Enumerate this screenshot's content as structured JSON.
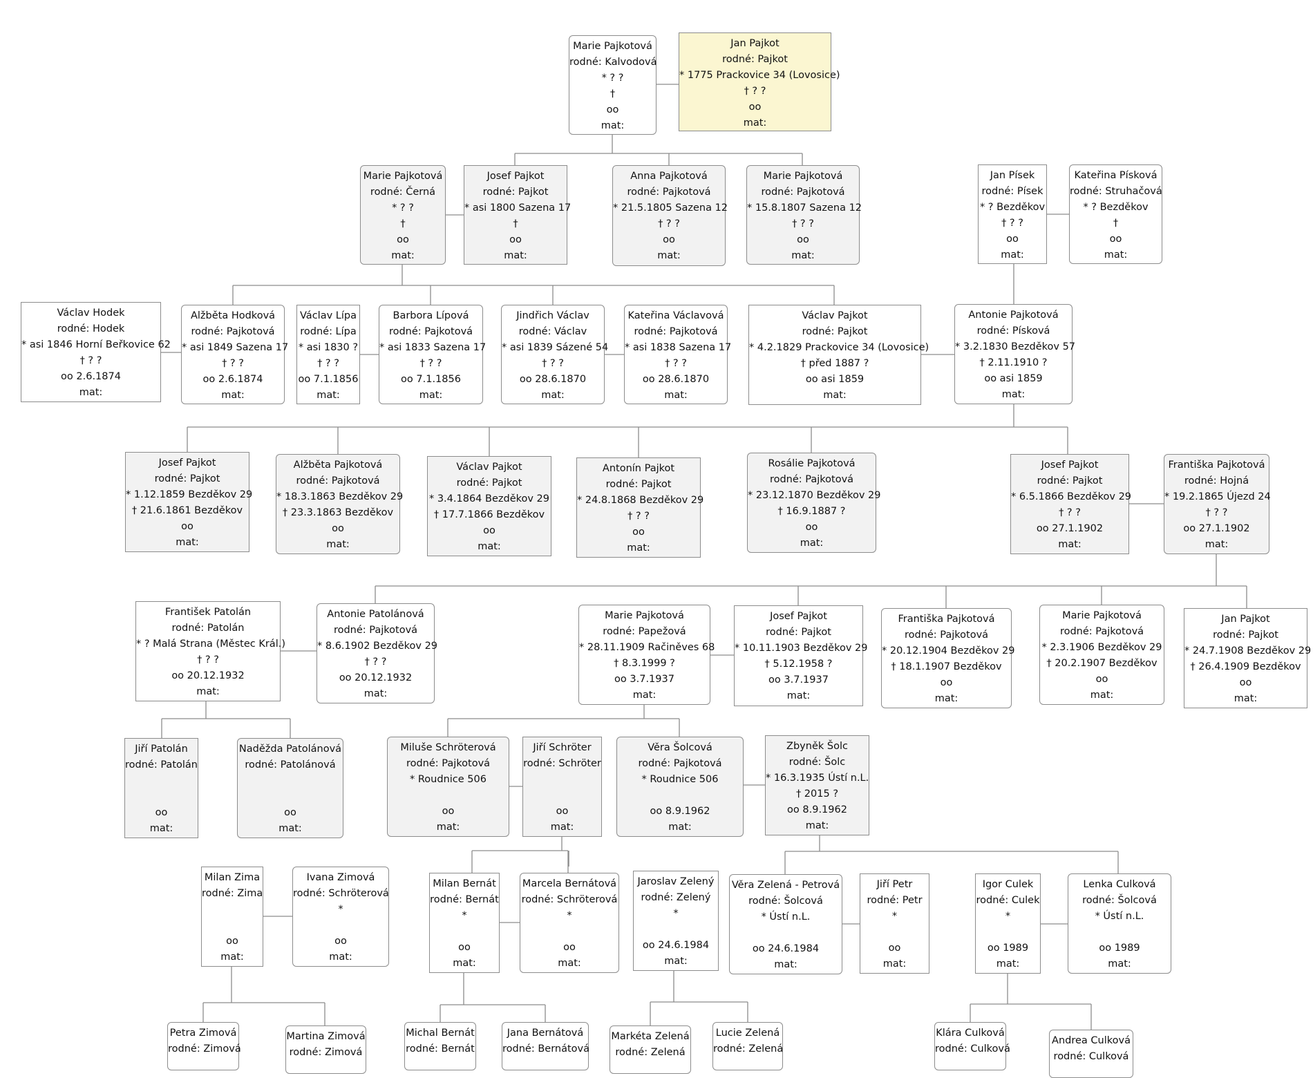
{
  "persons": [
    {
      "id": "p1",
      "lines": [
        "Marie Pajkotová",
        "rodné: Kalvodová",
        "* ? ?",
        "†",
        "oo",
        "mat:"
      ]
    },
    {
      "id": "p2",
      "lines": [
        "Jan Pajkot",
        "rodné: Pajkot",
        "* 1775 Prackovice 34 (Lovosice)",
        "† ? ?",
        "oo",
        "mat:"
      ]
    },
    {
      "id": "p3",
      "lines": [
        "Marie Pajkotová",
        "rodné: Černá",
        "* ? ?",
        "†",
        "oo",
        "mat:"
      ]
    },
    {
      "id": "p4",
      "lines": [
        "Josef Pajkot",
        "rodné: Pajkot",
        "* asi 1800 Sazena 17",
        "†",
        "oo",
        "mat:"
      ]
    },
    {
      "id": "p5",
      "lines": [
        "Anna Pajkotová",
        "rodné: Pajkotová",
        "* 21.5.1805 Sazena 12",
        "† ? ?",
        "oo",
        "mat:"
      ]
    },
    {
      "id": "p6",
      "lines": [
        "Marie Pajkotová",
        "rodné: Pajkotová",
        "* 15.8.1807 Sazena 12",
        "† ? ?",
        "oo",
        "mat:"
      ]
    },
    {
      "id": "p7",
      "lines": [
        "Jan Písek",
        "rodné: Písek",
        "* ? Bezděkov",
        "† ? ?",
        "oo",
        "mat:"
      ]
    },
    {
      "id": "p8",
      "lines": [
        "Kateřina Písková",
        "rodné: Struhačová",
        "* ? Bezděkov",
        "†",
        "oo",
        "mat:"
      ]
    },
    {
      "id": "p9",
      "lines": [
        "Václav Hodek",
        "rodné: Hodek",
        "* asi 1846 Horní Beřkovice 62",
        "† ? ?",
        "oo 2.6.1874",
        "mat:"
      ]
    },
    {
      "id": "p10",
      "lines": [
        "Alžběta Hodková",
        "rodné: Pajkotová",
        "* asi 1849 Sazena 17",
        "† ? ?",
        "oo 2.6.1874",
        "mat:"
      ]
    },
    {
      "id": "p11",
      "lines": [
        "Václav Lípa",
        "rodné: Lípa",
        "* asi 1830 ?",
        "† ? ?",
        "oo 7.1.1856",
        "mat:"
      ]
    },
    {
      "id": "p12",
      "lines": [
        "Barbora Lípová",
        "rodné: Pajkotová",
        "* asi 1833 Sazena 17",
        "† ? ?",
        "oo 7.1.1856",
        "mat:"
      ]
    },
    {
      "id": "p13",
      "lines": [
        "Jindřich Václav",
        "rodné: Václav",
        "* asi 1839 Sázené 54",
        "† ? ?",
        "oo 28.6.1870",
        "mat:"
      ]
    },
    {
      "id": "p14",
      "lines": [
        "Kateřina Václavová",
        "rodné: Pajkotová",
        "* asi 1838 Sazena 17",
        "† ? ?",
        "oo 28.6.1870",
        "mat:"
      ]
    },
    {
      "id": "p15",
      "lines": [
        "Václav Pajkot",
        "rodné: Pajkot",
        "* 4.2.1829 Prackovice 34 (Lovosice)",
        "† před 1887 ?",
        "oo asi 1859",
        "mat:"
      ]
    },
    {
      "id": "p16",
      "lines": [
        "Antonie Pajkotová",
        "rodné: Písková",
        "* 3.2.1830 Bezděkov 57",
        "† 2.11.1910 ?",
        "oo asi 1859",
        "mat:"
      ]
    },
    {
      "id": "p17",
      "lines": [
        "Josef Pajkot",
        "rodné: Pajkot",
        "* 1.12.1859 Bezděkov 29",
        "† 21.6.1861 Bezděkov",
        "oo",
        "mat:"
      ]
    },
    {
      "id": "p18",
      "lines": [
        "Alžběta Pajkotová",
        "rodné: Pajkotová",
        "* 18.3.1863 Bezděkov 29",
        "† 23.3.1863 Bezděkov",
        "oo",
        "mat:"
      ]
    },
    {
      "id": "p19",
      "lines": [
        "Václav Pajkot",
        "rodné: Pajkot",
        "* 3.4.1864 Bezděkov 29",
        "† 17.7.1866 Bezděkov",
        "oo",
        "mat:"
      ]
    },
    {
      "id": "p20",
      "lines": [
        "Antonín Pajkot",
        "rodné: Pajkot",
        "* 24.8.1868 Bezděkov 29",
        "† ? ?",
        "oo",
        "mat:"
      ]
    },
    {
      "id": "p21",
      "lines": [
        "Rosálie Pajkotová",
        "rodné: Pajkotová",
        "* 23.12.1870 Bezděkov 29",
        "† 16.9.1887 ?",
        "oo",
        "mat:"
      ]
    },
    {
      "id": "p22",
      "lines": [
        "Josef Pajkot",
        "rodné: Pajkot",
        "* 6.5.1866 Bezděkov 29",
        "† ? ?",
        "oo 27.1.1902",
        "mat:"
      ]
    },
    {
      "id": "p23",
      "lines": [
        "Františka Pajkotová",
        "rodné: Hojná",
        "* 19.2.1865 Újezd 24",
        "† ? ?",
        "oo 27.1.1902",
        "mat:"
      ]
    },
    {
      "id": "p24",
      "lines": [
        "František Patolán",
        "rodné: Patolán",
        "* ? Malá Strana (Městec Král.)",
        "† ? ?",
        "oo 20.12.1932",
        "mat:"
      ]
    },
    {
      "id": "p25",
      "lines": [
        "Antonie Patolánová",
        "rodné: Pajkotová",
        "* 8.6.1902 Bezděkov 29",
        "† ? ?",
        "oo 20.12.1932",
        "mat:"
      ]
    },
    {
      "id": "p26",
      "lines": [
        "Marie Pajkotová",
        "rodné: Papežová",
        "* 28.11.1909 Račiněves 68",
        "† 8.3.1999 ?",
        "oo 3.7.1937",
        "mat:"
      ]
    },
    {
      "id": "p27",
      "lines": [
        "Josef Pajkot",
        "rodné: Pajkot",
        "* 10.11.1903 Bezděkov 29",
        "† 5.12.1958 ?",
        "oo 3.7.1937",
        "mat:"
      ]
    },
    {
      "id": "p28",
      "lines": [
        "Františka Pajkotová",
        "rodné: Pajkotová",
        "* 20.12.1904 Bezděkov 29",
        "† 18.1.1907 Bezděkov",
        "oo",
        "mat:"
      ]
    },
    {
      "id": "p29",
      "lines": [
        "Marie Pajkotová",
        "rodné: Pajkotová",
        "* 2.3.1906 Bezděkov 29",
        "† 20.2.1907 Bezděkov",
        "oo",
        "mat:"
      ]
    },
    {
      "id": "p30",
      "lines": [
        "Jan Pajkot",
        "rodné: Pajkot",
        "* 24.7.1908 Bezděkov 29",
        "† 26.4.1909 Bezděkov",
        "oo",
        "mat:"
      ]
    },
    {
      "id": "p31",
      "lines": [
        "Jiří Patolán",
        "rodné: Patolán",
        "",
        "",
        "oo",
        "mat:"
      ]
    },
    {
      "id": "p32",
      "lines": [
        "Naděžda Patolánová",
        "rodné: Patolánová",
        "",
        "",
        "oo",
        "mat:"
      ]
    },
    {
      "id": "p33",
      "lines": [
        "Miluše Schröterová",
        "rodné: Pajkotová",
        "*                  Roudnice 506",
        "",
        "oo",
        "mat:"
      ]
    },
    {
      "id": "p34",
      "lines": [
        "Jiří Schröter",
        "rodné: Schröter",
        "",
        "",
        "oo",
        "mat:"
      ]
    },
    {
      "id": "p35",
      "lines": [
        "Věra Šolcová",
        "rodné: Pajkotová",
        "*                 Roudnice 506",
        "",
        "oo 8.9.1962",
        "mat:"
      ]
    },
    {
      "id": "p36",
      "lines": [
        "Zbyněk Šolc",
        "rodné: Šolc",
        "* 16.3.1935 Ústí n.L.",
        "† 2015 ?",
        "oo 8.9.1962",
        "mat:"
      ]
    },
    {
      "id": "p37",
      "lines": [
        "Milan Zima",
        "rodné: Zima",
        "",
        "",
        "oo",
        "mat:"
      ]
    },
    {
      "id": "p38",
      "lines": [
        "Ivana Zimová",
        "rodné: Schröterová",
        "*",
        "",
        "oo",
        "mat:"
      ]
    },
    {
      "id": "p39",
      "lines": [
        "Milan Bernát",
        "rodné: Bernát",
        "*",
        "",
        "oo",
        "mat:"
      ]
    },
    {
      "id": "p40",
      "lines": [
        "Marcela Bernátová",
        "rodné: Schröterová",
        "*",
        "",
        "oo",
        "mat:"
      ]
    },
    {
      "id": "p41",
      "lines": [
        "Jaroslav Zelený",
        "rodné: Zelený",
        "*",
        "",
        "oo 24.6.1984",
        "mat:"
      ]
    },
    {
      "id": "p42",
      "lines": [
        "Věra Zelená - Petrová",
        "rodné: Šolcová",
        "*              Ústí n.L.",
        "",
        "oo 24.6.1984",
        "mat:"
      ]
    },
    {
      "id": "p43",
      "lines": [
        "Jiří Petr",
        "rodné: Petr",
        "*",
        "",
        "oo",
        "mat:"
      ]
    },
    {
      "id": "p44",
      "lines": [
        "Igor Culek",
        "rodné: Culek",
        "*",
        "",
        "oo 1989",
        "mat:"
      ]
    },
    {
      "id": "p45",
      "lines": [
        "Lenka Culková",
        "rodné: Šolcová",
        "*              Ústí n.L.",
        "",
        "oo 1989",
        "mat:"
      ]
    },
    {
      "id": "p46",
      "lines": [
        "Petra Zimová",
        "rodné: Zimová"
      ]
    },
    {
      "id": "p47",
      "lines": [
        "Martina Zimová",
        "rodné: Zimová"
      ]
    },
    {
      "id": "p48",
      "lines": [
        "Michal Bernát",
        "rodné: Bernát"
      ]
    },
    {
      "id": "p49",
      "lines": [
        "Jana Bernátová",
        "rodné: Bernátová"
      ]
    },
    {
      "id": "p50",
      "lines": [
        "Markéta Zelená",
        "rodné: Zelená"
      ]
    },
    {
      "id": "p51",
      "lines": [
        "Lucie Zelená",
        "rodné: Zelená"
      ]
    },
    {
      "id": "p52",
      "lines": [
        "Klára Culková",
        "rodné: Culková"
      ]
    },
    {
      "id": "p53",
      "lines": [
        "Andrea Culková",
        "rodné: Culková"
      ]
    }
  ],
  "colors": {
    "box_fill": "#f2f2f2",
    "box_white": "#ffffff",
    "box_highlight": "#fbf6d1",
    "border": "#8c8c8c",
    "line": "#8c8c8c"
  }
}
